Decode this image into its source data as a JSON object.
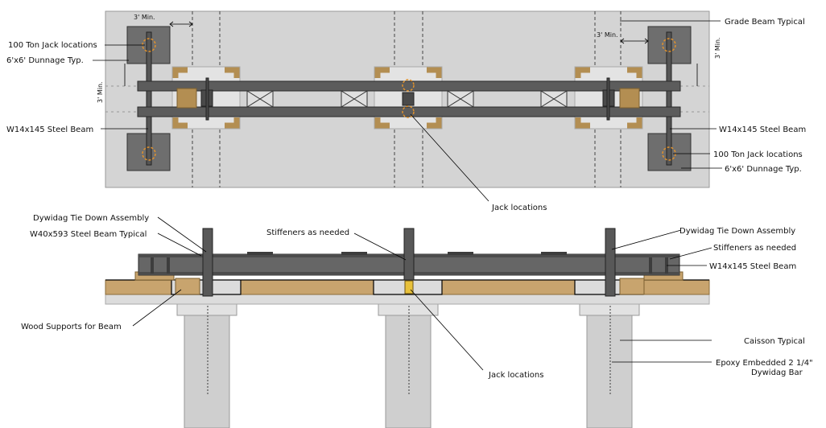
{
  "colors": {
    "concrete": "#d4d4d4",
    "concrete_dark": "#bdbdbd",
    "steel": "#5f5f5f",
    "steel_dark": "#3e3e3e",
    "dunnage": "#6e6e6e",
    "wood": "#c8a46e",
    "wood_dark": "#9c7b47",
    "jack_ring": "#e0912c",
    "leader": "#000000",
    "background": "#ffffff"
  },
  "plan_view": {
    "labels": {
      "min_top": "3' Min.",
      "min_top_right": "3' Min.",
      "min_left_vertical": "3' Min.",
      "min_right_vertical": "3' Min.",
      "jack_locations_tl": "100 Ton Jack locations",
      "dunnage_tl": "6'x6' Dunnage Typ.",
      "beam_left": "W14x145 Steel Beam",
      "grade_beam": "Grade Beam Typical",
      "beam_right": "W14x145 Steel Beam",
      "jack_locations_br": "100 Ton Jack locations",
      "dunnage_br": "6'x6' Dunnage Typ.",
      "jack_locations_center": "Jack locations"
    }
  },
  "section_view": {
    "labels": {
      "dywidag_left": "Dywidag Tie Down Assembly",
      "w40_beam": "W40x593 Steel Beam Typical",
      "stiffeners_center": "Stiffeners as needed",
      "dywidag_right": "Dywidag Tie Down Assembly",
      "stiffeners_right": "Stiffeners as needed",
      "beam_right": "W14x145 Steel Beam",
      "wood_supports": "Wood Supports for Beam",
      "caisson": "Caisson Typical",
      "epoxy_line1": "Epoxy Embedded 2 1/4\"",
      "epoxy_line2": "Dywidag Bar",
      "jack_locations": "Jack locations"
    }
  }
}
